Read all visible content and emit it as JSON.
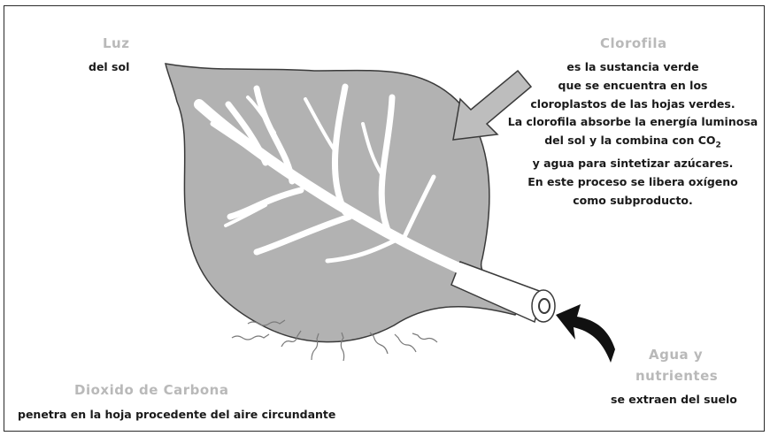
{
  "light": {
    "title": "Luz",
    "subtitle": "del sol"
  },
  "chlorophyll": {
    "title": "Clorofila",
    "lines": [
      "es la sustancia verde",
      "que se encuentra en los",
      "cloroplastos de las hojas verdes.",
      "La clorofila absorbe la energía luminosa",
      "del sol y la combina con CO",
      "y agua para sintetizar azúcares.",
      "En este proceso se libera oxígeno",
      "como subproducto."
    ],
    "co2_subscript": "2"
  },
  "water": {
    "title_line1": "Agua y",
    "title_line2": "nutrientes",
    "subtitle": "se extraen del suelo"
  },
  "carbon_dioxide": {
    "title": "Dioxido de Carbona",
    "subtitle": "penetra en la hoja procedente del aire circundante"
  },
  "colors": {
    "leaf_fill": "#b2b2b2",
    "leaf_outline": "#3a3a3a",
    "veins": "#ffffff",
    "titles": "#b9b9b9",
    "arrow_water": "#111111",
    "arrow_light": "#bdbdbd"
  }
}
